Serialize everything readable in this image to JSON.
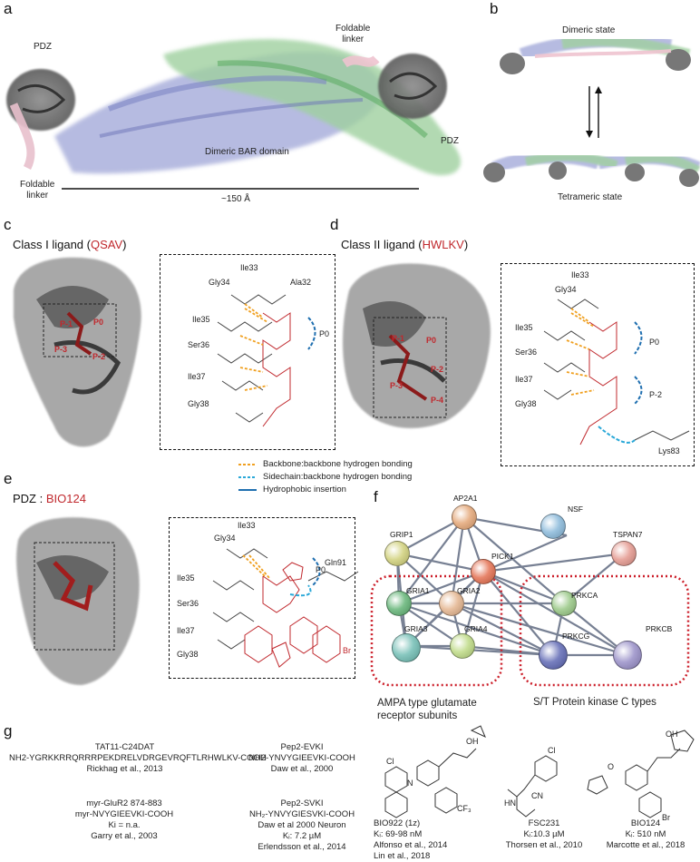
{
  "panels": {
    "a": {
      "letter": "a",
      "labels": {
        "pdz_left": "PDZ",
        "foldable_linker_top": "Foldable\nlinker",
        "pdz_right": "PDZ",
        "bar_domain": "Dimeric BAR domain",
        "foldable_linker_bottom": "Foldable\nlinker",
        "scale": "~150 Å"
      }
    },
    "b": {
      "letter": "b",
      "dimeric": "Dimeric state",
      "tetrameric": "Tetrameric state"
    },
    "c": {
      "letter": "c",
      "title_prefix": "Class I ligand (",
      "title_ligand": "QSAV",
      "title_suffix": ")",
      "pockets": [
        "P-1",
        "P0",
        "P-2",
        "P-3"
      ],
      "residues": [
        "Ile33",
        "Gly34",
        "Ala32",
        "Ile35",
        "Ser36",
        "Ile37",
        "Gly38"
      ],
      "p0_label": "P0"
    },
    "d": {
      "letter": "d",
      "title_prefix": "Class II ligand (",
      "title_ligand": "HWLKV",
      "title_suffix": ")",
      "pockets": [
        "P-1",
        "P0",
        "P-3",
        "P-2",
        "P-4"
      ],
      "residues": [
        "Ile33",
        "Gly34",
        "Ile35",
        "Ser36",
        "Ile37",
        "Gly38",
        "Lys83"
      ],
      "p0_label": "P0",
      "p2_label": "P-2"
    },
    "legend": {
      "items": [
        {
          "label": "Backbone:backbone hydrogen bonding",
          "color": "#f0a020"
        },
        {
          "label": "Sidechain:backbone hydrogen bonding",
          "color": "#2aa8d8"
        },
        {
          "label": "Hydrophobic insertion",
          "color": "#1f6fb0"
        }
      ]
    },
    "e": {
      "letter": "e",
      "title_prefix": "PDZ : ",
      "title_ligand": "BIO124",
      "residues": [
        "Ile33",
        "Gly34",
        "Ile35",
        "Ser36",
        "Ile37",
        "Gly38",
        "Gln91"
      ],
      "p0_label": "P0",
      "br_label": "Br"
    },
    "f": {
      "letter": "f",
      "nodes": [
        {
          "name": "AP2A1",
          "color": "#e8b48c"
        },
        {
          "name": "NSF",
          "color": "#9cc4e0"
        },
        {
          "name": "GRIP1",
          "color": "#d8d890"
        },
        {
          "name": "TSPAN7",
          "color": "#e8a8a0"
        },
        {
          "name": "PICK1",
          "color": "#e8866c"
        },
        {
          "name": "GRIA1",
          "color": "#7cc08c"
        },
        {
          "name": "GRIA2",
          "color": "#e8c0a0"
        },
        {
          "name": "PRKCA",
          "color": "#a8d098"
        },
        {
          "name": "GRIA3",
          "color": "#88c8c0"
        },
        {
          "name": "GRIA4",
          "color": "#c8e098"
        },
        {
          "name": "PRKCG",
          "color": "#7880c0"
        },
        {
          "name": "PRKCB",
          "color": "#a8a0d0"
        }
      ],
      "group_left": "AMPA type glutamate\nreceptor subunits",
      "group_right": "S/T Protein kinase C types"
    },
    "g": {
      "letter": "g",
      "refs": [
        {
          "lines": [
            "TAT11-C24DAT",
            "NH2-YGRKKRRQRRRPEKDRELVDRGEVRQFTLRHWLKV-COOH",
            "Rickhag et al., 2013"
          ]
        },
        {
          "lines": [
            "Pep2-EVKI",
            "NH2-YNVYGIEEVKI-COOH",
            "Daw et al., 2000"
          ]
        },
        {
          "lines": [
            "myr-GluR2 874-883",
            "myr-NVYGIEEVKI-COOH",
            "Ki = n.a.",
            "Garry et al., 2003"
          ]
        },
        {
          "lines": [
            "Pep2-SVKI",
            "NH₂-YNVYGIESVKI-COOH",
            "Daw et al 2000 Neuron",
            "Kᵢ: 7.2 µM",
            "Erlendsson et al., 2014"
          ]
        },
        {
          "lines": [
            "BIO922 (1z)",
            "Kᵢ: 69-98 nM",
            "Alfonso et al., 2014",
            "Lin et al., 2018"
          ]
        },
        {
          "lines": [
            "FSC231",
            "Kᵢ:10.3 µM",
            "Thorsen et al., 2010"
          ]
        },
        {
          "lines": [
            "BIO124",
            "Kᵢ: 510 nM",
            "Marcotte et al., 2018"
          ]
        }
      ],
      "atoms": {
        "cl": "Cl",
        "n": "N",
        "cf3": "CF₃",
        "oh": "OH",
        "o": "O",
        "cn": "CN",
        "br": "Br",
        "hn": "HN",
        "nh": "N"
      }
    }
  }
}
